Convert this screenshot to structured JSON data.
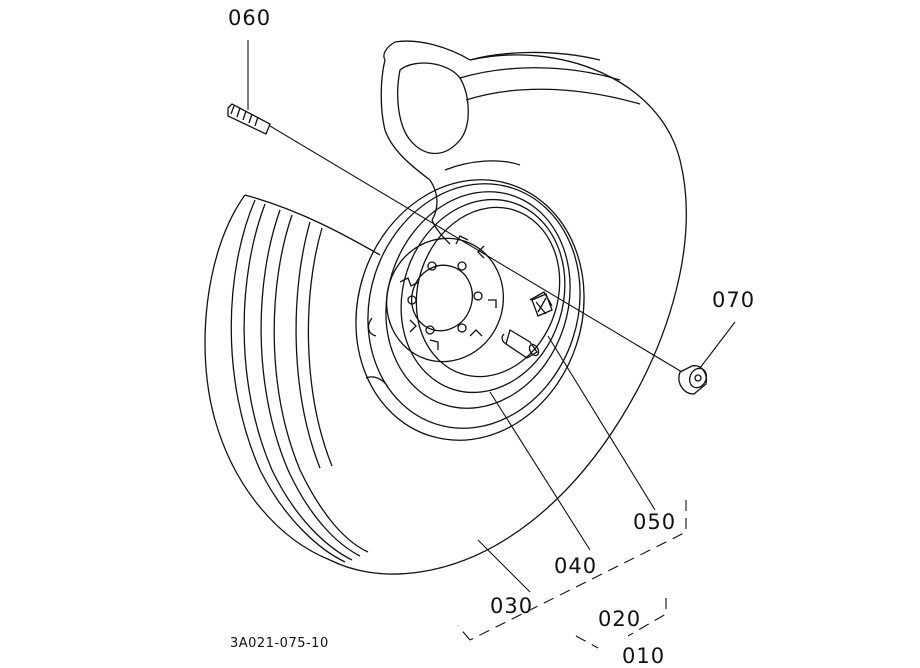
{
  "parts": {
    "p060": "060",
    "p070": "070",
    "p050": "050",
    "p040": "040",
    "p030": "030",
    "p020": "020",
    "p010": "010"
  },
  "drawing_code": "3A021-075-10",
  "colors": {
    "line": "#111111",
    "background": "#ffffff"
  }
}
